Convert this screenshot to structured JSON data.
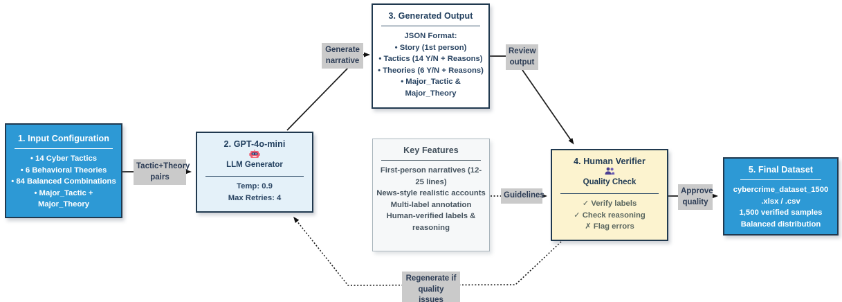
{
  "diagram": {
    "nodes": {
      "input_config": {
        "title": "1. Input Configuration",
        "items": [
          "• 14 Cyber Tactics",
          "• 6 Behavioral Theories",
          "• 84 Balanced Combinations",
          "• Major_Tactic + Major_Theory"
        ]
      },
      "llm": {
        "title": "2. GPT-4o-mini",
        "icon": "robot-icon",
        "subtitle": "LLM Generator",
        "items": [
          "Temp: 0.9",
          "Max Retries: 4"
        ]
      },
      "generated_output": {
        "title": "3. Generated Output",
        "subtitle": "JSON Format:",
        "items": [
          "• Story (1st person)",
          "• Tactics (14 Y/N + Reasons)",
          "• Theories (6 Y/N + Reasons)",
          "• Major_Tactic & Major_Theory"
        ]
      },
      "key_features": {
        "title": "Key Features",
        "items": [
          "First-person narratives (12-25 lines)",
          "News-style realistic accounts",
          "Multi-label annotation",
          "Human-verified labels & reasoning"
        ]
      },
      "human_verifier": {
        "title": "4. Human Verifier",
        "icon": "people-icon",
        "subtitle": "Quality Check",
        "items": [
          "✓ Verify labels",
          "✓ Check reasoning",
          "✗ Flag errors"
        ]
      },
      "final_dataset": {
        "title": "5. Final Dataset",
        "items": [
          "cybercrime_dataset_1500",
          ".xlsx / .csv",
          "1,500 verified samples",
          "Balanced distribution"
        ]
      }
    },
    "edge_labels": {
      "tactic_theory": "Tactic+Theory pairs",
      "generate": "Generate narrative",
      "review": "Review output",
      "guidelines": "Guidelines",
      "approve": "Approve quality",
      "regenerate": "Regenerate if quality issues"
    },
    "colors": {
      "primary_blue": "#2d99d5",
      "light_blue": "#e4f1f9",
      "navy_border": "#20394f",
      "yellow": "#fcf3cf",
      "feature_bg": "#f6f8f9",
      "label_gray": "#cacaca",
      "line_black": "#1a1a1a"
    }
  }
}
